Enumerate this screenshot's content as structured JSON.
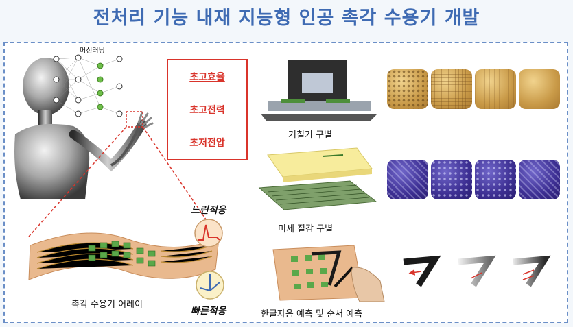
{
  "title": "전처리 기능 내재 지능형 인공 촉각 수용기 개발",
  "nn_label": "머신러닝",
  "features": [
    "초고효율",
    "초고전력",
    "초저전압"
  ],
  "captions": {
    "roughness": "거칠기 구별",
    "texture": "미세 질감 구별",
    "hangul": "한글자음 예측 및 순서 예측",
    "array": "촉각 수용기 어레이"
  },
  "adaptation": {
    "slow": "느린적응",
    "fast": "빠른적응"
  },
  "icons": [
    "robot-figure",
    "neural-network",
    "sensor-array",
    "press-device",
    "stacked-film",
    "writing-hand",
    "consonant-stroke"
  ],
  "colors": {
    "title": "#3f6bb3",
    "accent_red": "#d9342b",
    "frame": "#6b8fc7"
  }
}
